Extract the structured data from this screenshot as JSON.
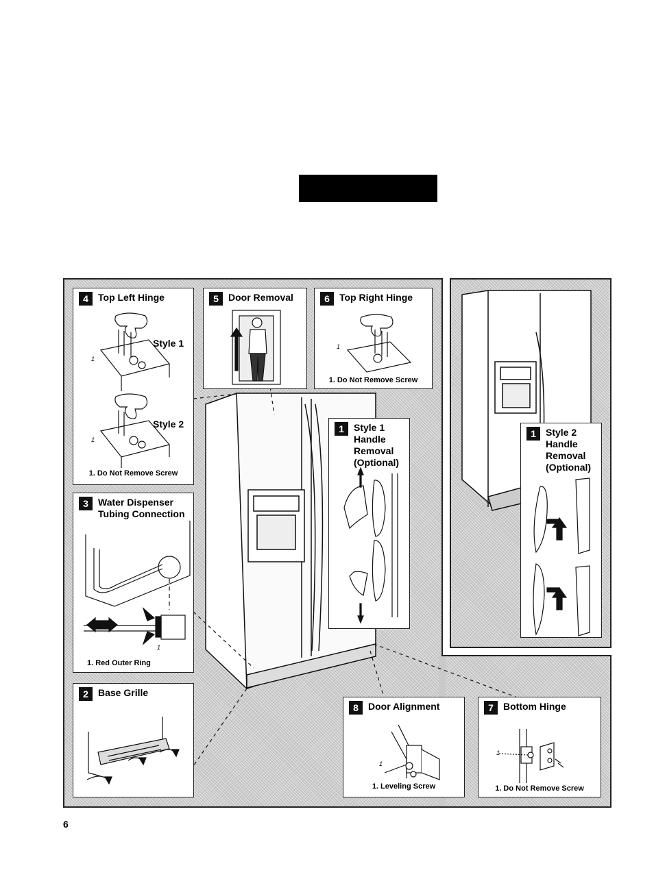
{
  "page_number": "6",
  "panels": {
    "top_left_hinge": {
      "number": "4",
      "title": "Top Left Hinge",
      "style1": "Style 1",
      "style2": "Style 2",
      "callout_1": "1",
      "callout_2": "1",
      "caption": "1. Do Not Remove Screw"
    },
    "door_removal": {
      "number": "5",
      "title": "Door Removal"
    },
    "top_right_hinge": {
      "number": "6",
      "title": "Top Right Hinge",
      "callout": "1",
      "caption": "1. Do Not Remove Screw"
    },
    "style1_handle": {
      "number": "1",
      "title": "Style 1 Handle Removal (Optional)"
    },
    "style2_handle": {
      "number": "1",
      "title": "Style 2 Handle Removal (Optional)"
    },
    "water_dispenser": {
      "number": "3",
      "title": "Water Dispenser Tubing Connection",
      "callout": "1",
      "caption": "1. Red Outer Ring"
    },
    "base_grille": {
      "number": "2",
      "title": "Base Grille"
    },
    "door_alignment": {
      "number": "8",
      "title": "Door Alignment",
      "callout": "1",
      "caption": "1. Leveling Screw"
    },
    "bottom_hinge": {
      "number": "7",
      "title": "Bottom Hinge",
      "callout": "1",
      "caption": "1. Do Not Remove Screw"
    }
  }
}
